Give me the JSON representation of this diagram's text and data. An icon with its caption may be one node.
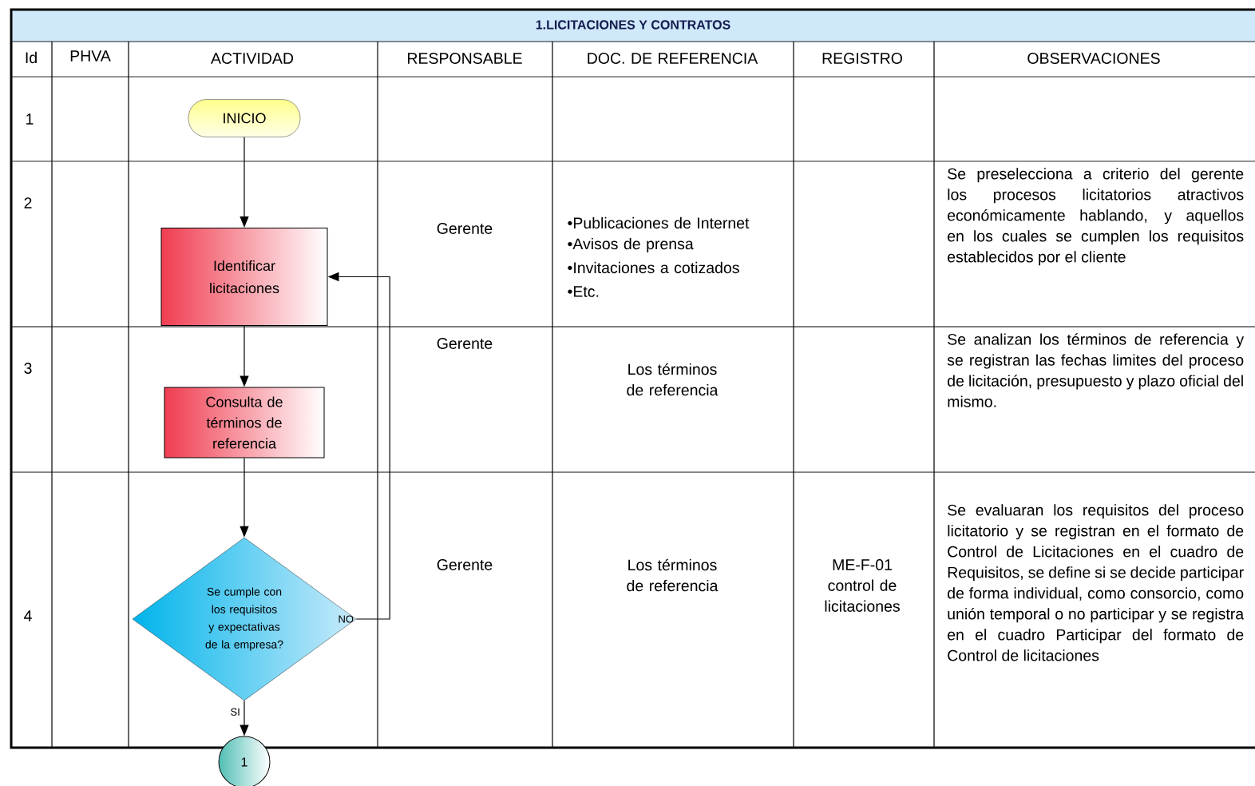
{
  "diagram": {
    "title": "1.LICITACIONES Y CONTRATOS",
    "nodes": [
      {
        "text": [
          "INICIO"
        ]
      },
      {
        "text": [
          "Identificar licitaciones"
        ]
      },
      {
        "text": [
          "Consulta de términos de referencia"
        ]
      },
      {
        "text": [
          "Se cumple con los requisitos y expectativas de la empresa?"
        ]
      },
      {
        "text": [
          "1"
        ]
      }
    ],
    "edges": [
      {
        "from": 0,
        "to": 1,
        "arrow": "to"
      },
      {
        "from": 1,
        "to": 2,
        "arrow": "to"
      },
      {
        "from": 2,
        "to": 3,
        "arrow": "to"
      },
      {
        "from": 3,
        "to": 1,
        "arrow": "to",
        "label": "NO"
      },
      {
        "from": 3,
        "to": 4,
        "arrow": "to",
        "label": "SI"
      }
    ],
    "labels": [
      "Id",
      "PHVA",
      "ACTIVIDAD",
      "RESPONSABLE",
      "DOC. DE REFERENCIA",
      "REGISTRO",
      "OBSERVACIONES",
      "1",
      "2",
      "Gerente",
      "•Publicaciones de Internet",
      "•Avisos de prensa",
      "•Invitaciones a cotizados",
      "•Etc.",
      "Se preselecciona a criterio del gerente los procesos licitatorios atractivos económicamente hablando, y aquellos en los cuales se cumplen los requisitos establecidos por el cliente",
      "3",
      "Gerente",
      "Los términos de referencia",
      "Se analizan los términos de referencia y se registran las fechas limites del proceso de licitación, presupuesto y plazo oficial del mismo.",
      "4",
      "Gerente",
      "Los términos de referencia",
      "ME-F-01 control de licitaciones",
      "Se evaluaran los requisitos del proceso licitatorio y se registran en el formato de Control de Licitaciones en el cuadro de Requisitos, se define si se decide participar de forma individual, como consorcio, como unión temporal o no participar y se registra en el cuadro Participar del formato de Control de licitaciones"
    ]
  }
}
